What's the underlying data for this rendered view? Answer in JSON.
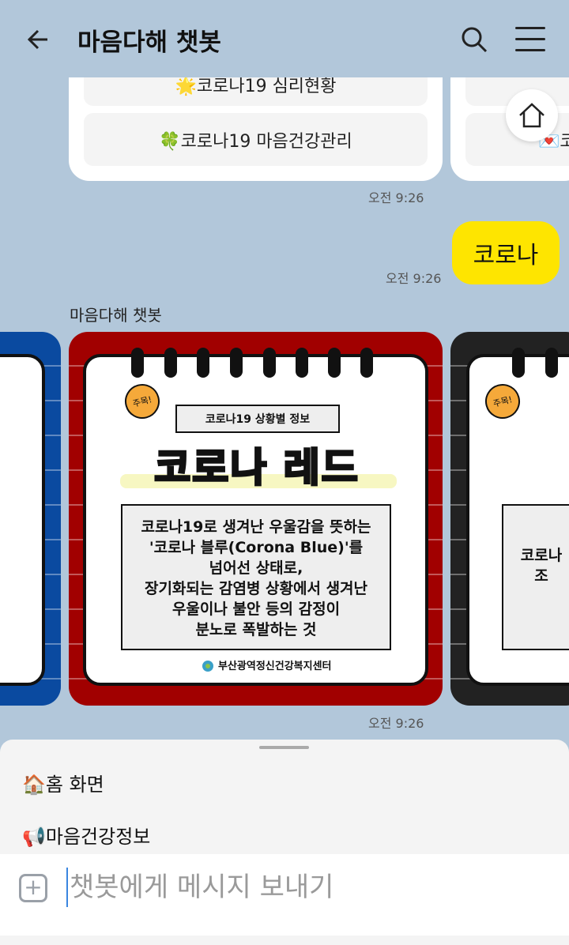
{
  "header": {
    "title": "마음다해 챗봇"
  },
  "quick_card": {
    "buttons": [
      "🌟코로나19 심리현황",
      "🍀코로나19 마음건강관리"
    ],
    "time": "오전 9:26"
  },
  "right_card": {
    "buttons": [
      "",
      "💌코"
    ]
  },
  "user_message": {
    "text": "코로나",
    "time": "오전 9:26"
  },
  "bot": {
    "sender": "마음다해 챗봇",
    "time": "오전 9:26"
  },
  "carousel": {
    "colors": [
      "#0a4aa0",
      "#a10000",
      "#222222"
    ],
    "center": {
      "badge": "주목!",
      "banner": "코로나19 상황별 정보",
      "title": "코로나 레드",
      "lines": [
        "코로나19로 생겨난 우울감을 뜻하는",
        "'코로나 블루(Corona Blue)'를",
        "넘어선 상태로,",
        "장기화되는 감염병 상황에서 생겨난",
        "우울이나 불안 등의 감정이",
        "분노로 폭발하는 것"
      ],
      "org": "부산광역정신건강복지센터"
    },
    "right": {
      "badge": "주목!",
      "partial": [
        "코로나",
        "조"
      ]
    }
  },
  "sheet": {
    "items": [
      "🏠홈 화면",
      "📢마음건강정보"
    ]
  },
  "input": {
    "placeholder": "챗봇에게 메시지 보내기"
  }
}
